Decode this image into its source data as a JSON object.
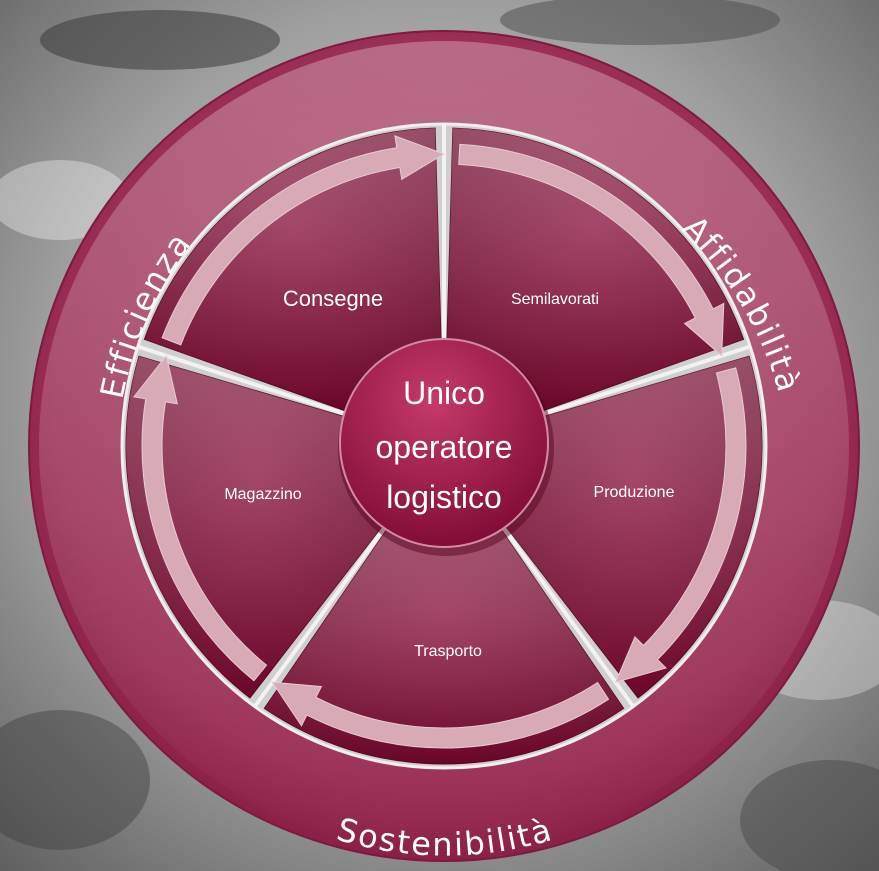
{
  "ring_words": {
    "right": "Affidabilità",
    "bottom": "Sostenibilità",
    "left": "Efficienza"
  },
  "center": {
    "line1": "Unico",
    "line2": "operatore",
    "line3": "logistico"
  },
  "segments": [
    {
      "label": "Consegne"
    },
    {
      "label": "Semilavorati"
    },
    {
      "label": "Produzione"
    },
    {
      "label": "Trasporto"
    },
    {
      "label": "Magazzino"
    }
  ],
  "colors": {
    "ring": "#9b2d55",
    "segment": "#7a0a35",
    "arrow": "#d7aab6",
    "center": "#a4144a",
    "background": "#8f8f8f"
  }
}
